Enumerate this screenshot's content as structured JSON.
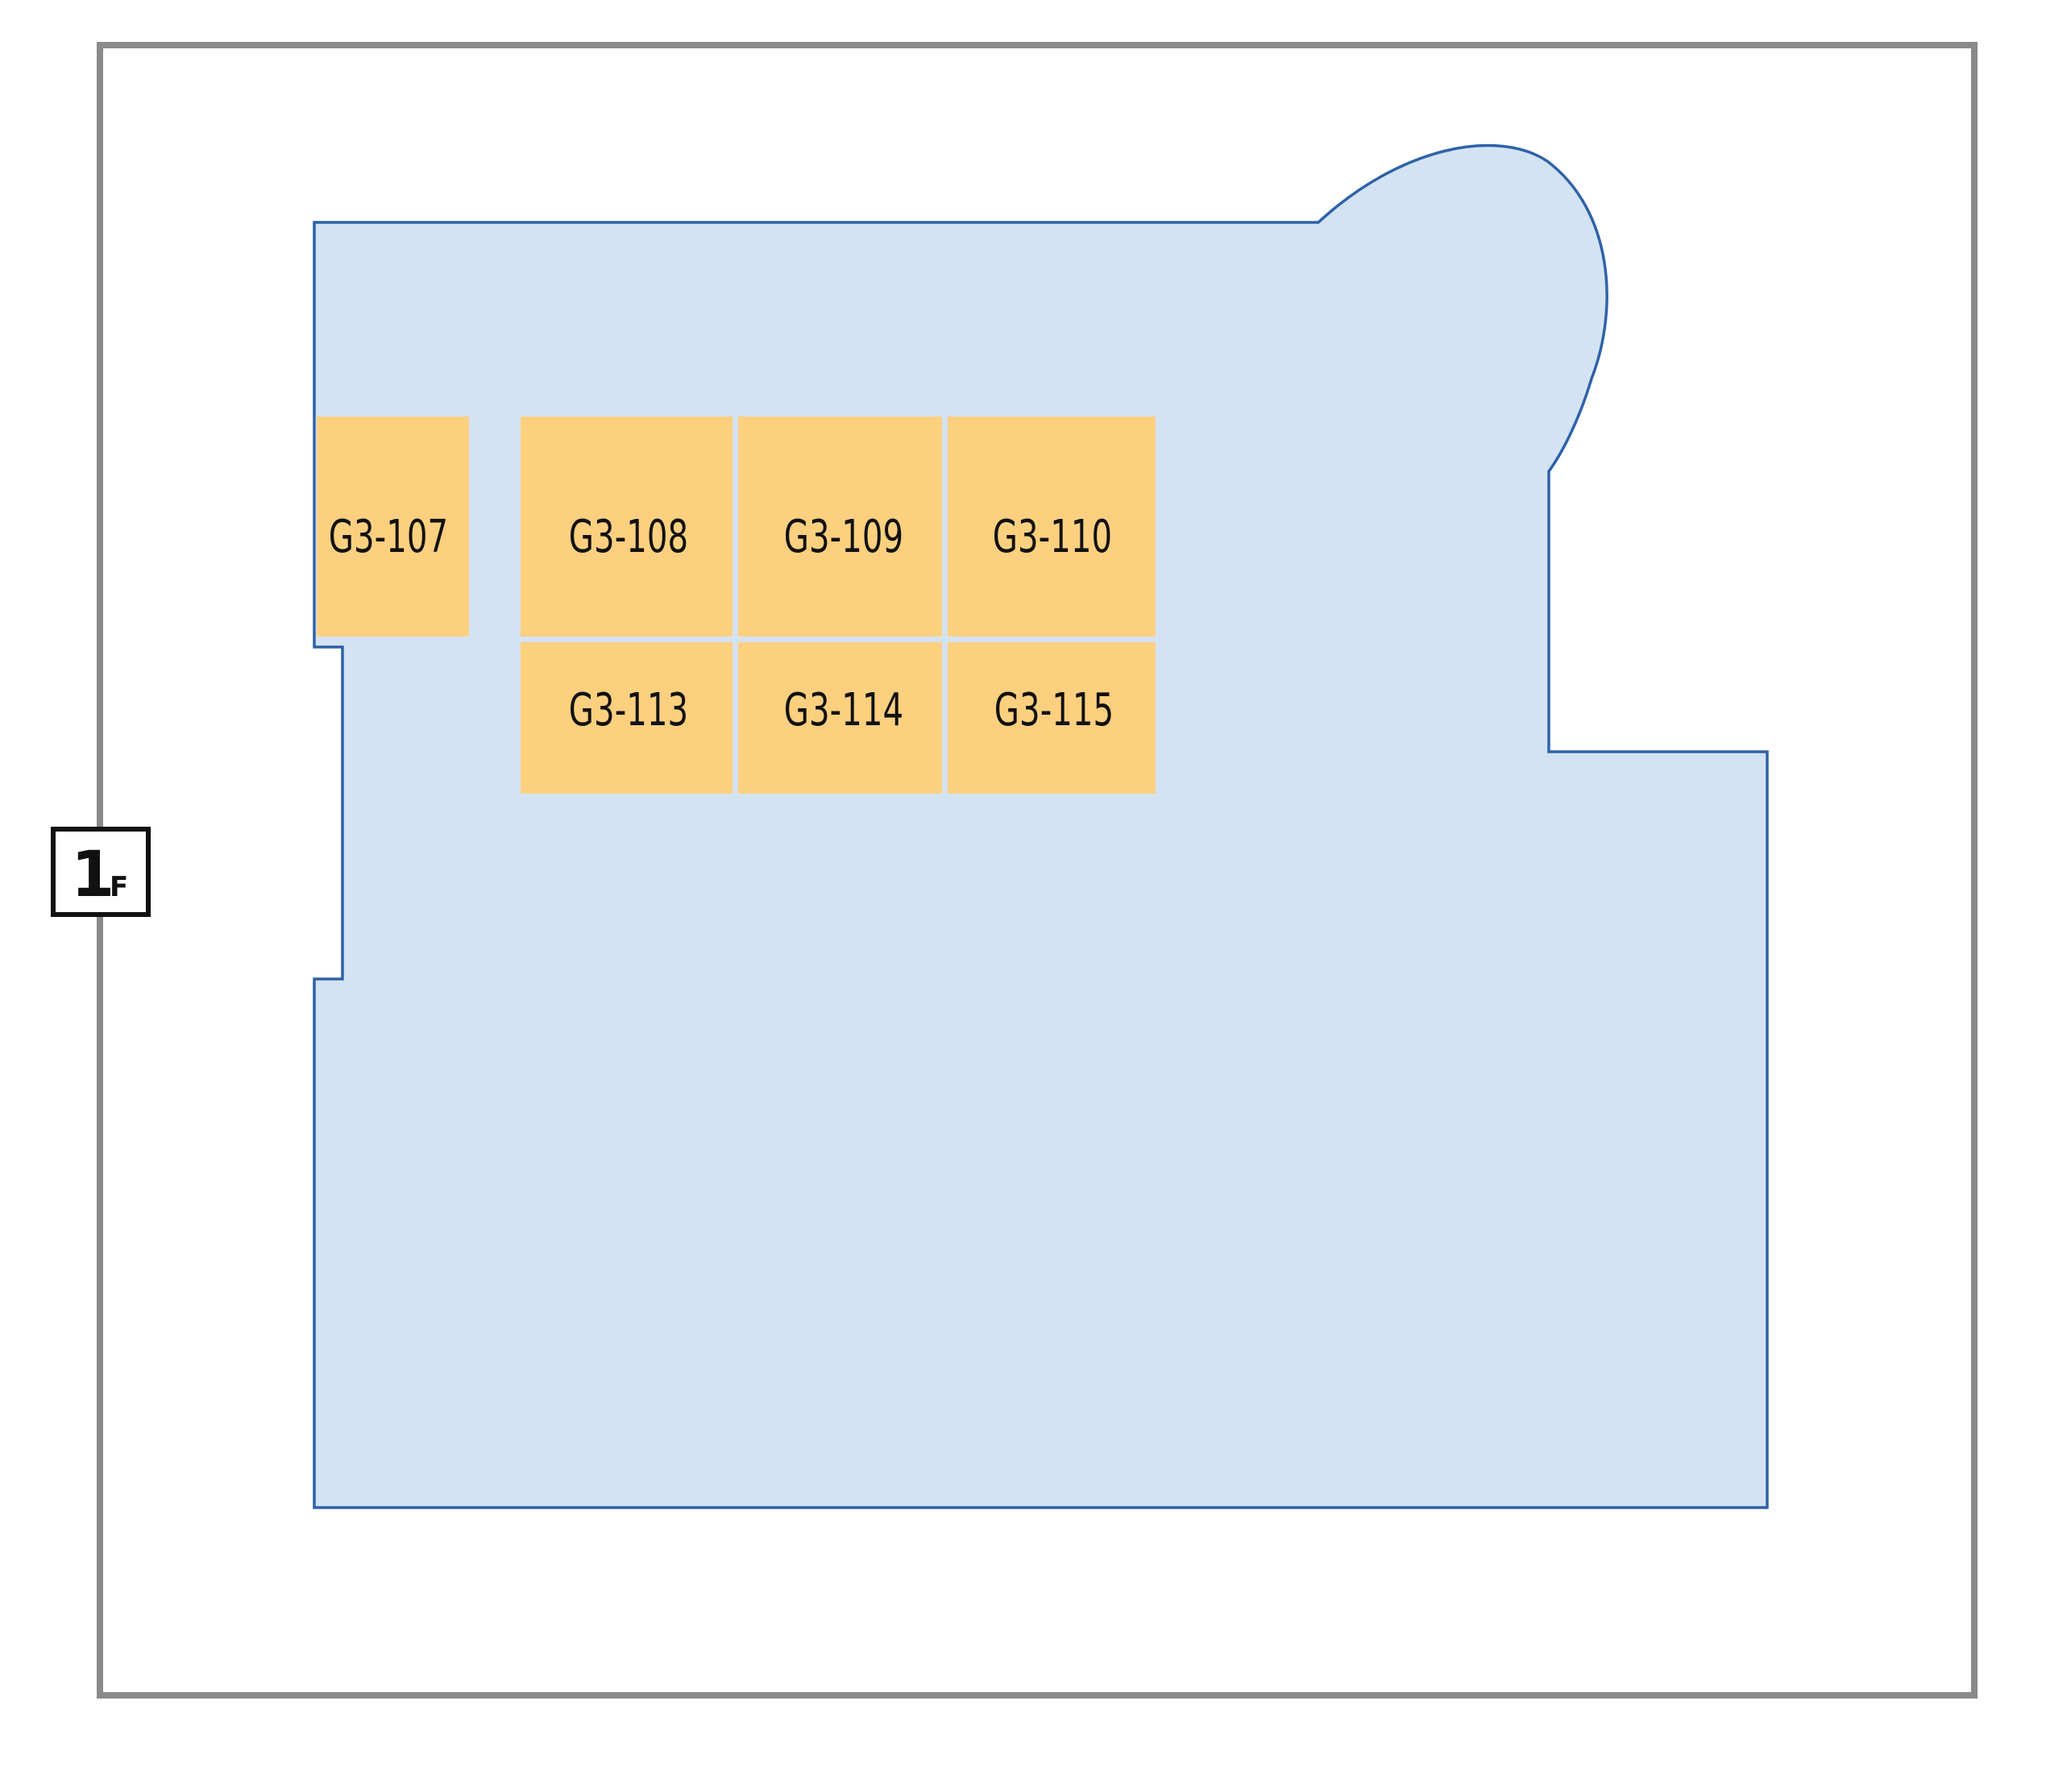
{
  "floor_badge": {
    "number": "1",
    "suffix": "F"
  },
  "colors": {
    "frame": "#8a8a8a",
    "floor_fill": "#d4e3f3",
    "floor_outline": "#2e62a8",
    "booth_fill": "#fdd080",
    "label_text": "#111111"
  },
  "booths": [
    {
      "id": "G3-107",
      "label": "G3-107"
    },
    {
      "id": "G3-108",
      "label": "G3-108"
    },
    {
      "id": "G3-109",
      "label": "G3-109"
    },
    {
      "id": "G3-110",
      "label": "G3-110"
    },
    {
      "id": "G3-113",
      "label": "G3-113"
    },
    {
      "id": "G3-114",
      "label": "G3-114"
    },
    {
      "id": "G3-115",
      "label": "G3-115"
    }
  ]
}
